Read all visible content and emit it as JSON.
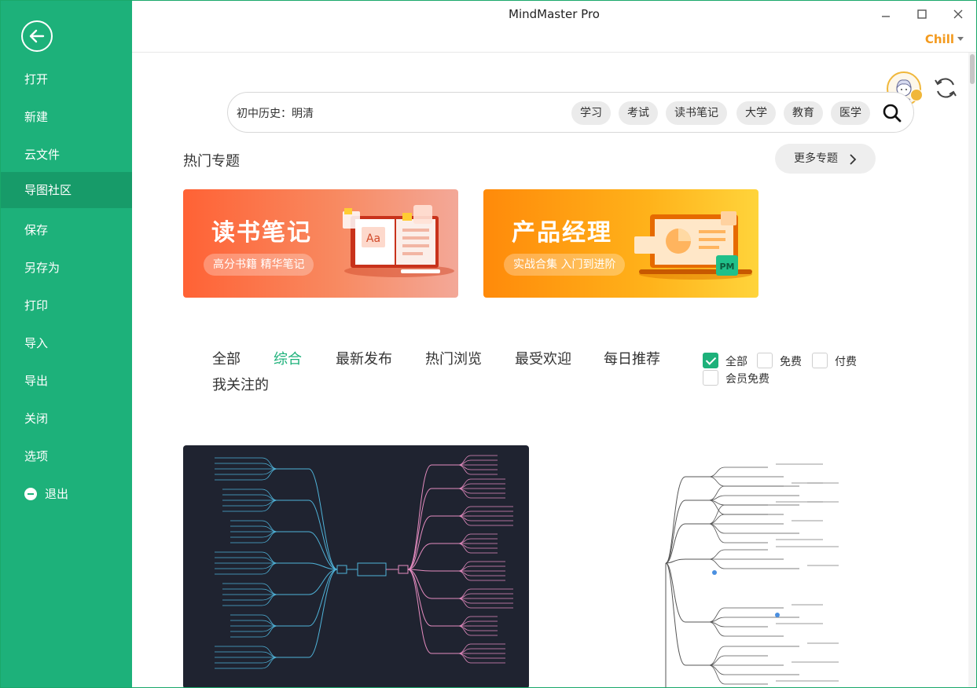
{
  "window": {
    "title": "MindMaster Pro",
    "user_name": "Chill"
  },
  "sidebar": {
    "items": [
      {
        "label": "打开"
      },
      {
        "label": "新建"
      },
      {
        "label": "云文件"
      },
      {
        "label": "导图社区"
      },
      {
        "label": "保存"
      },
      {
        "label": "另存为"
      },
      {
        "label": "打印"
      },
      {
        "label": "导入"
      },
      {
        "label": "导出"
      },
      {
        "label": "关闭"
      },
      {
        "label": "选项"
      },
      {
        "label": "退出"
      }
    ],
    "active": "导图社区"
  },
  "search": {
    "value": "初中历史：明清",
    "tags": [
      "学习",
      "考试",
      "读书笔记",
      "大学",
      "教育",
      "医学"
    ]
  },
  "hot_topics": {
    "title": "热门专题",
    "more_label": "更多专题",
    "banners": [
      {
        "title": "读书笔记",
        "subtitle": "高分书籍 精华笔记",
        "thumb_text": "Aa"
      },
      {
        "title": "产品经理",
        "subtitle": "实战合集 入门到进阶",
        "thumb_text": "PM"
      }
    ]
  },
  "filters": {
    "tabs": [
      "全部",
      "综合",
      "最新发布",
      "热门浏览",
      "最受欢迎",
      "每日推荐",
      "我关注的"
    ],
    "active_tab": "综合",
    "price": [
      {
        "label": "全部",
        "checked": true
      },
      {
        "label": "免费",
        "checked": false
      },
      {
        "label": "付费",
        "checked": false
      },
      {
        "label": "会员免费",
        "checked": false
      }
    ]
  },
  "colors": {
    "brand_green": "#1db17a",
    "user_accent": "#f39a1e"
  }
}
